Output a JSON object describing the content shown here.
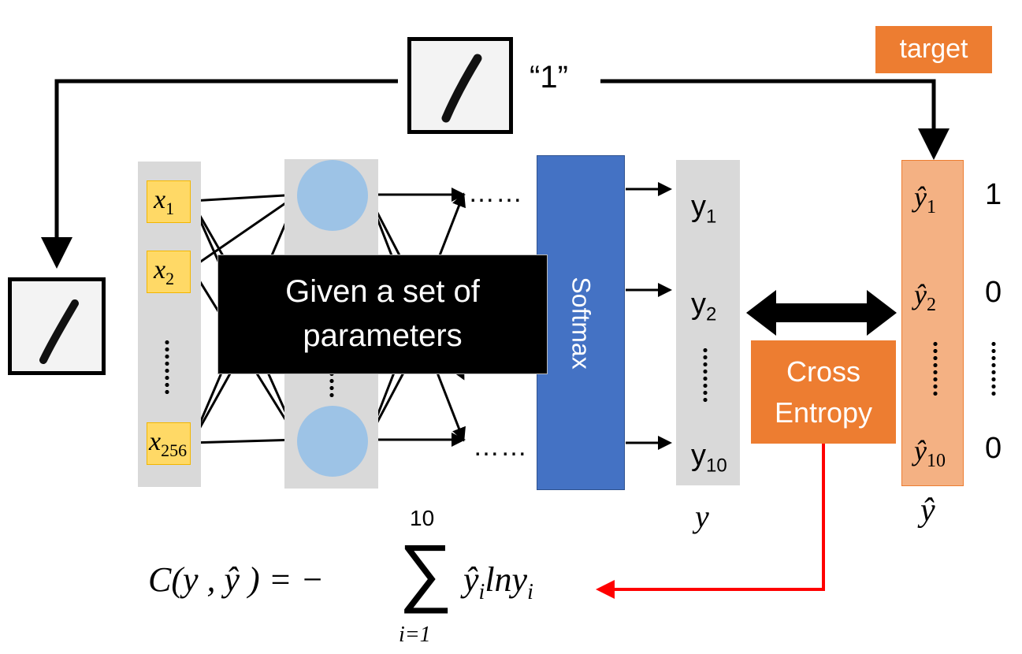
{
  "target_label": "target",
  "quote_label": "“1”",
  "overlay_text": [
    "Given a set of",
    "parameters"
  ],
  "softmax_label": "Softmax",
  "cross_entropy_label": [
    "Cross",
    "Entropy"
  ],
  "dots": "……",
  "inputs": [
    {
      "sym": "x",
      "sub": "1"
    },
    {
      "sym": "x",
      "sub": "2"
    },
    {
      "sym": "x",
      "sub": "256"
    }
  ],
  "outputs": [
    {
      "sym": "y",
      "sub": "1"
    },
    {
      "sym": "y",
      "sub": "2"
    },
    {
      "sym": "y",
      "sub": "10"
    }
  ],
  "targets": [
    {
      "sym": "ŷ",
      "sub": "1",
      "value": "1"
    },
    {
      "sym": "ŷ",
      "sub": "2",
      "value": "0"
    },
    {
      "sym": "ŷ",
      "sub": "10",
      "value": "0"
    }
  ],
  "output_col_label": "y",
  "target_col_label": "ŷ",
  "formula": {
    "lhs": "C(y , ŷ ) = −",
    "sum_top": "10",
    "sum_symbol": "∑",
    "sum_bottom": "i=1",
    "term_hat": "ŷ",
    "term_hat_sub": "i",
    "term_ln": "lny",
    "term_ln_sub": "i"
  },
  "colors": {
    "gray_column": "#d9d9d9",
    "input_box": "#ffd966",
    "neuron": "#9dc3e6",
    "softmax": "#4472c4",
    "orange": "#ed7d31",
    "target_column": "#f4b183",
    "red_arrow": "#ff0000"
  }
}
